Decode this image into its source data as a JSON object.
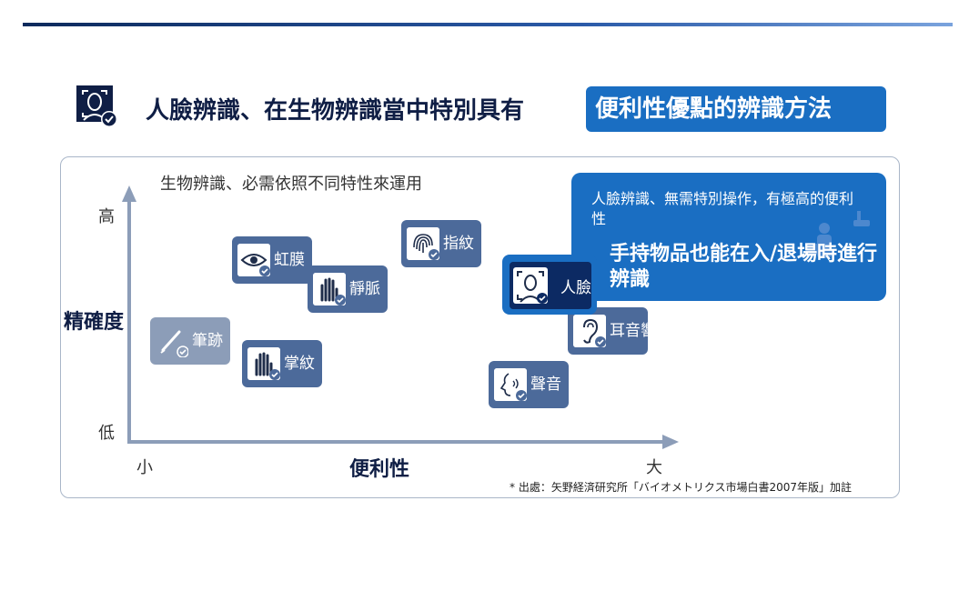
{
  "title": {
    "main": "人臉辨識、在生物辨識當中特別具有",
    "highlight": "便利性優點的辨識方法"
  },
  "subtitle": "生物辨識、必需依照不同特性來運用",
  "axes": {
    "y_label": "精確度",
    "y_high": "高",
    "y_low": "低",
    "x_label": "便利性",
    "x_low": "小",
    "x_high": "大"
  },
  "items": {
    "iris": "虹膜",
    "vein": "靜脈",
    "fingerprint": "指紋",
    "signature": "筆跡",
    "palm": "掌紋",
    "face": "人臉",
    "ear": "耳音響",
    "voice": "聲音"
  },
  "callout": {
    "sub": "人臉辨識、無需特別操作，有極高的便利性",
    "main": "手持物品也能在入/退場時進行辨識"
  },
  "source": "* 出處：矢野経済研究所「バイオメトリクス市場白書2007年版」加註",
  "colors": {
    "accent": "#1a6ec2",
    "tile": "#4c6a9a",
    "tile_light": "#8c9db8",
    "navy": "#0f1e45"
  }
}
